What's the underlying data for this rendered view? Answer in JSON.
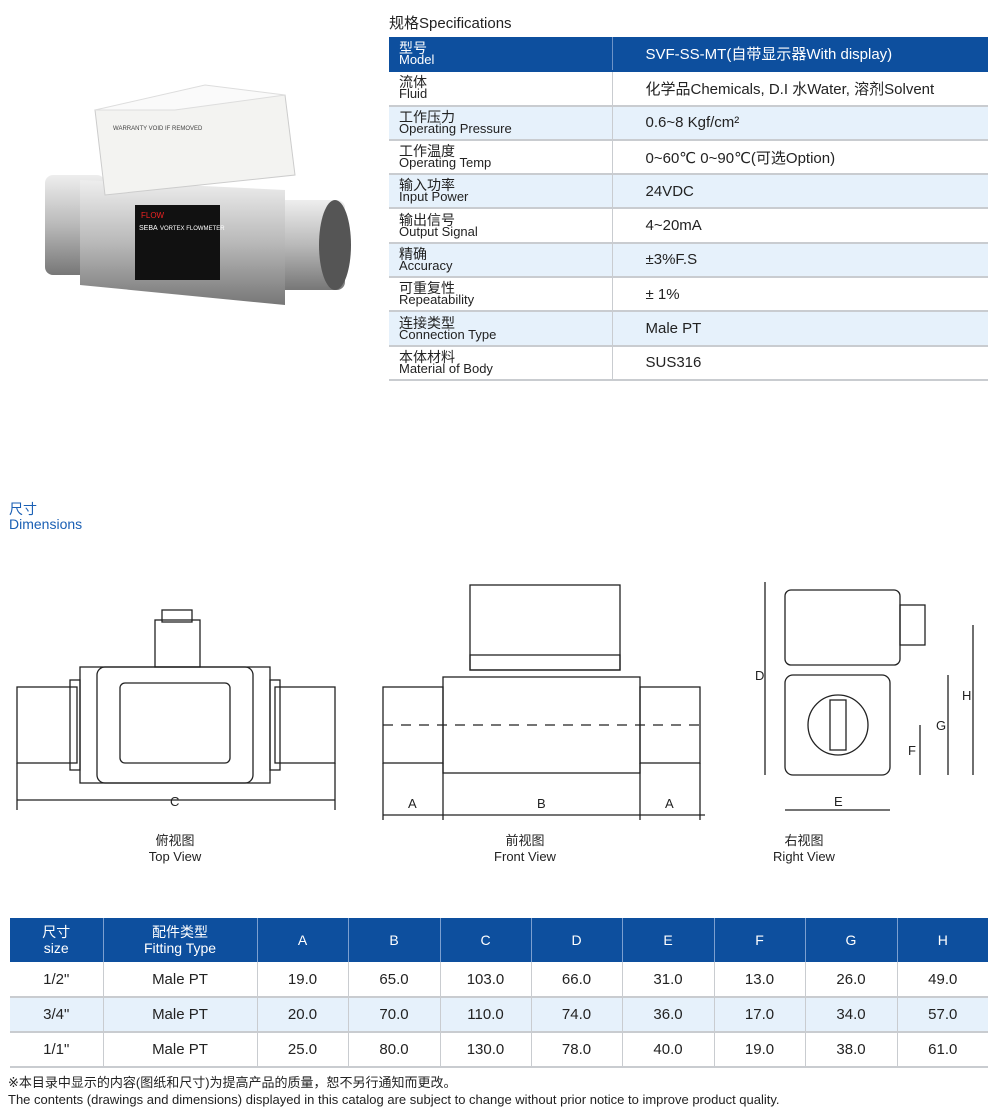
{
  "specifications": {
    "title": "规格Specifications",
    "rows": [
      {
        "cn": "型号",
        "en": "Model",
        "value": "SVF-SS-MT(自带显示器With display)"
      },
      {
        "cn": "流体",
        "en": "Fluid",
        "value": "化学品Chemicals, D.I 水Water, 溶剂Solvent"
      },
      {
        "cn": "工作压力",
        "en": "Operating Pressure",
        "value": "0.6~8 Kgf/cm²"
      },
      {
        "cn": "工作温度",
        "en": "Operating Temp",
        "value": "0~60℃ 0~90℃(可选Option)"
      },
      {
        "cn": "输入功率",
        "en": "Input Power",
        "value": "24VDC"
      },
      {
        "cn": "输出信号",
        "en": "Output Signal",
        "value": "4~20mA"
      },
      {
        "cn": "精确",
        "en": "Accuracy",
        "value": "±3%F.S"
      },
      {
        "cn": "可重复性",
        "en": "Repeatability",
        "value": "± 1%"
      },
      {
        "cn": "连接类型",
        "en": "Connection Type",
        "value": "Male PT"
      },
      {
        "cn": "本体材料",
        "en": "Material of Body",
        "value": "SUS316"
      }
    ]
  },
  "product_label": {
    "brand": "SEBA",
    "name": "VORTEX FLOWMETER",
    "flow": "FLOW",
    "warranty": "WARRANTY VOID IF REMOVED"
  },
  "dimensions": {
    "title_cn": "尺寸",
    "title_en": "Dimensions",
    "views": [
      {
        "cn": "俯视图",
        "en": "Top View"
      },
      {
        "cn": "前视图",
        "en": "Front View"
      },
      {
        "cn": "右视图",
        "en": "Right View"
      }
    ],
    "letters": {
      "A": "A",
      "B": "B",
      "C": "C",
      "D": "D",
      "E": "E",
      "F": "F",
      "G": "G",
      "H": "H"
    }
  },
  "dim_table": {
    "headers": [
      {
        "cn": "尺寸",
        "en": "size"
      },
      {
        "cn": "配件类型",
        "en": "Fitting Type"
      },
      {
        "en": "A"
      },
      {
        "en": "B"
      },
      {
        "en": "C"
      },
      {
        "en": "D"
      },
      {
        "en": "E"
      },
      {
        "en": "F"
      },
      {
        "en": "G"
      },
      {
        "en": "H"
      }
    ],
    "rows": [
      [
        "1/2\"",
        "Male PT",
        "19.0",
        "65.0",
        "103.0",
        "66.0",
        "31.0",
        "13.0",
        "26.0",
        "49.0"
      ],
      [
        "3/4\"",
        "Male PT",
        "20.0",
        "70.0",
        "110.0",
        "74.0",
        "36.0",
        "17.0",
        "34.0",
        "57.0"
      ],
      [
        "1/1\"",
        "Male PT",
        "25.0",
        "80.0",
        "130.0",
        "78.0",
        "40.0",
        "19.0",
        "38.0",
        "61.0"
      ]
    ]
  },
  "note": {
    "cn": "※本目录中显示的内容(图纸和尺寸)为提高产品的质量，恕不另行通知而更改。",
    "en": "The contents (drawings and dimensions) displayed in this catalog are subject to change without prior notice to improve product quality."
  },
  "colors": {
    "header_blue": "#0d4f9e",
    "row_alt": "#e6f1fb",
    "title_blue": "#1a5fb4"
  }
}
